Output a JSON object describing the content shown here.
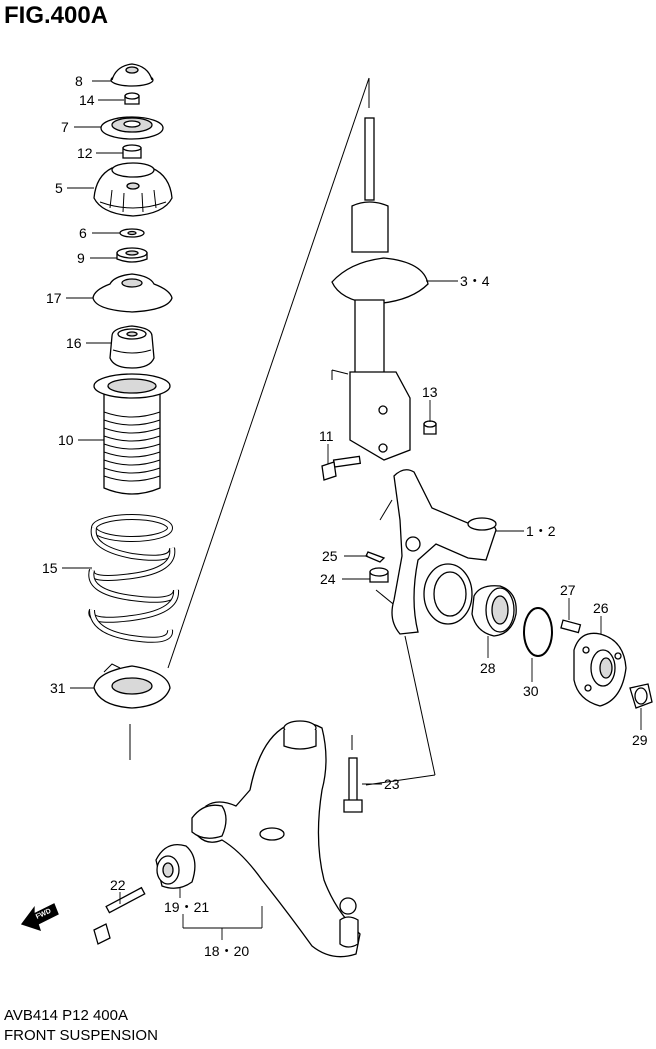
{
  "figure": {
    "title": "FIG.400A",
    "code": "AVB414 P12 400A",
    "name": "FRONT SUSPENSION"
  },
  "callouts": [
    {
      "id": "c8",
      "label": "8"
    },
    {
      "id": "c14",
      "label": "14"
    },
    {
      "id": "c7",
      "label": "7"
    },
    {
      "id": "c12",
      "label": "12"
    },
    {
      "id": "c5",
      "label": "5"
    },
    {
      "id": "c6",
      "label": "6"
    },
    {
      "id": "c9",
      "label": "9"
    },
    {
      "id": "c17",
      "label": "17"
    },
    {
      "id": "c16",
      "label": "16"
    },
    {
      "id": "c10",
      "label": "10"
    },
    {
      "id": "c15",
      "label": "15"
    },
    {
      "id": "c31",
      "label": "31"
    },
    {
      "id": "c34",
      "label": "3・4"
    },
    {
      "id": "c13",
      "label": "13"
    },
    {
      "id": "c11",
      "label": "11"
    },
    {
      "id": "c12b",
      "label": "1・2"
    },
    {
      "id": "c25",
      "label": "25"
    },
    {
      "id": "c24",
      "label": "24"
    },
    {
      "id": "c27",
      "label": "27"
    },
    {
      "id": "c26",
      "label": "26"
    },
    {
      "id": "c28",
      "label": "28"
    },
    {
      "id": "c30",
      "label": "30"
    },
    {
      "id": "c29",
      "label": "29"
    },
    {
      "id": "c23",
      "label": "23"
    },
    {
      "id": "c22",
      "label": "22"
    },
    {
      "id": "c1921",
      "label": "19・21"
    },
    {
      "id": "c1820",
      "label": "18・20"
    }
  ],
  "fwd_label": "FWD"
}
